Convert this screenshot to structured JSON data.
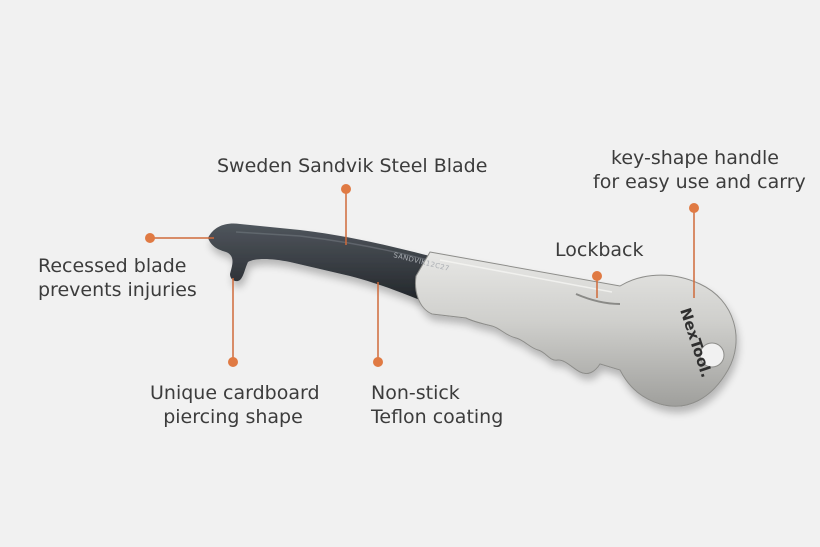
{
  "callouts": {
    "blade": {
      "line1": "Sweden Sandvik Steel Blade"
    },
    "handle": {
      "line1": "key-shape handle",
      "line2": "for easy use and carry"
    },
    "lockback": {
      "line1": "Lockback"
    },
    "recessed": {
      "line1": "Recessed blade",
      "line2": "prevents injuries"
    },
    "piercing": {
      "line1": "Unique cardboard",
      "line2": "piercing shape"
    },
    "teflon": {
      "line1": "Non-stick",
      "line2": "Teflon coating"
    }
  },
  "product": {
    "blade_engraving": "SANDVIK12C27",
    "brand_logo": "NexTool."
  },
  "colors": {
    "background": "#f1f1f1",
    "accent_dot": "#e07a43",
    "leader_line": "#cf6a3a",
    "blade_dark": "#3a3f45",
    "handle_steel": "#c9c9c7"
  }
}
